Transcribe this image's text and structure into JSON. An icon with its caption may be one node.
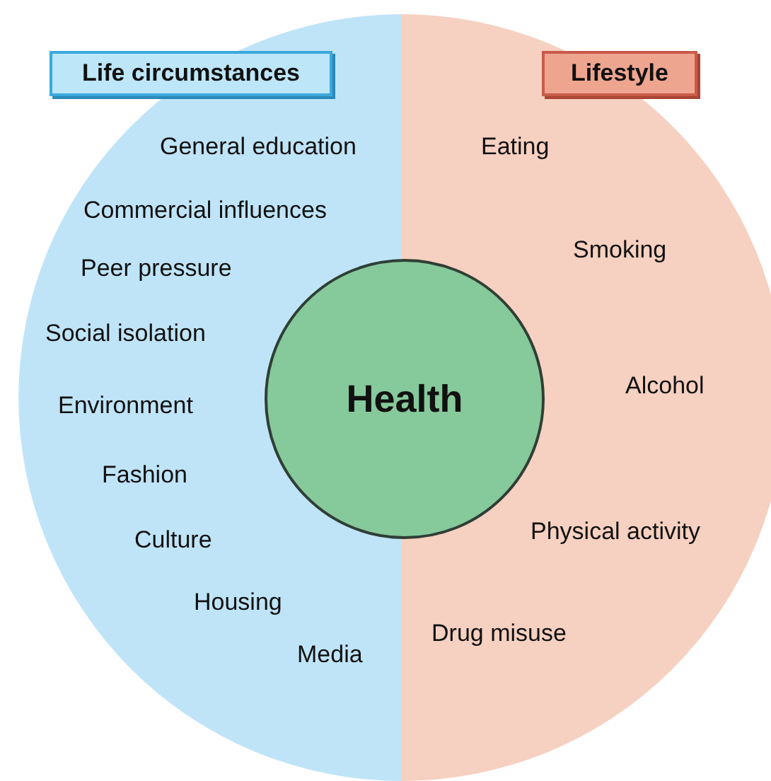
{
  "diagram": {
    "nodes": [
      {
        "text": [
          "Life circumstances"
        ]
      },
      {
        "text": [
          "Lifestyle"
        ]
      },
      {
        "text": [
          "Health"
        ]
      }
    ],
    "labels": [
      "General education",
      "Commercial influences",
      "Peer pressure",
      "Social isolation",
      "Environment",
      "Fashion",
      "Culture",
      "Housing",
      "Media",
      "Eating",
      "Smoking",
      "Alcohol",
      "Physical activity",
      "Drug misuse"
    ]
  }
}
